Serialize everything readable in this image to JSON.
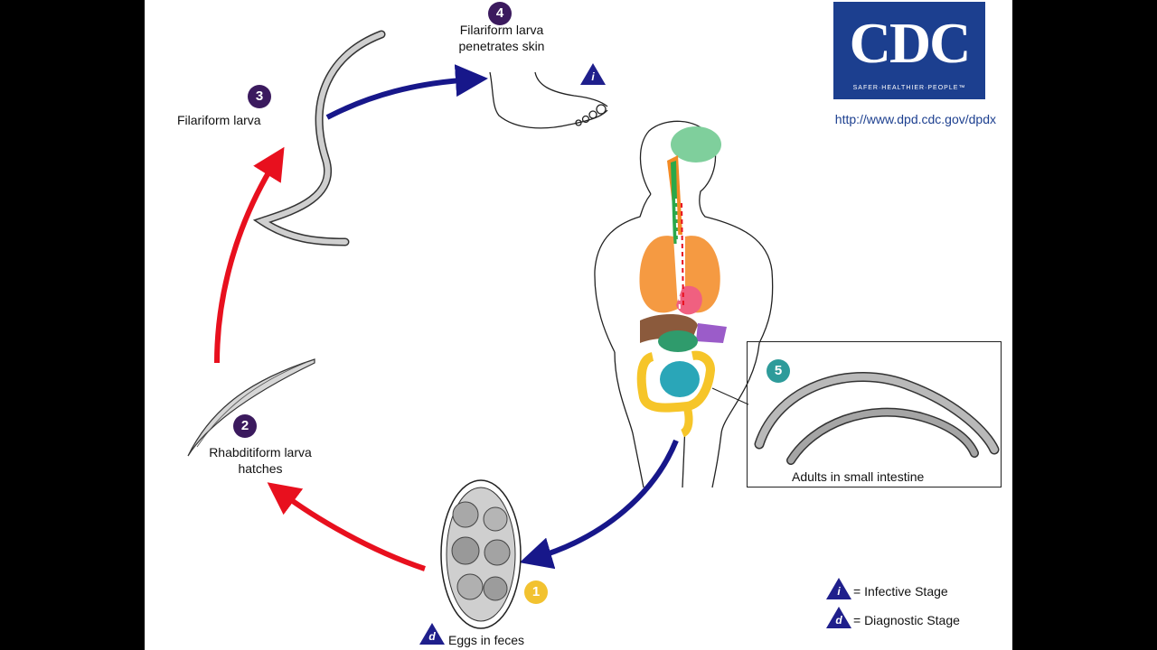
{
  "logo": {
    "text": "CDC",
    "tagline": "SAFER·HEALTHIER·PEOPLE™",
    "url": "http://www.dpd.cdc.gov/dpdx"
  },
  "stages": {
    "s1": {
      "number": "1",
      "label": "Eggs in feces",
      "color": "#f2c230"
    },
    "s2": {
      "number": "2",
      "label_line1": "Rhabditiform larva",
      "label_line2": "hatches",
      "color": "#3b1a5e"
    },
    "s3": {
      "number": "3",
      "label": "Filariform larva",
      "color": "#3b1a5e"
    },
    "s4": {
      "number": "4",
      "label_line1": "Filariform larva",
      "label_line2": "penetrates skin",
      "color": "#3b1a5e"
    },
    "s5": {
      "number": "5",
      "label": "Adults in small intestine",
      "color": "#2e9b9a"
    }
  },
  "markers": {
    "infective": "i",
    "diagnostic": "d"
  },
  "legend": {
    "infective": "= Infective Stage",
    "diagnostic": "= Diagnostic Stage"
  },
  "colors": {
    "external_arrow": "#e8101e",
    "host_arrow": "#17178a",
    "marker": "#1f1f8c"
  }
}
